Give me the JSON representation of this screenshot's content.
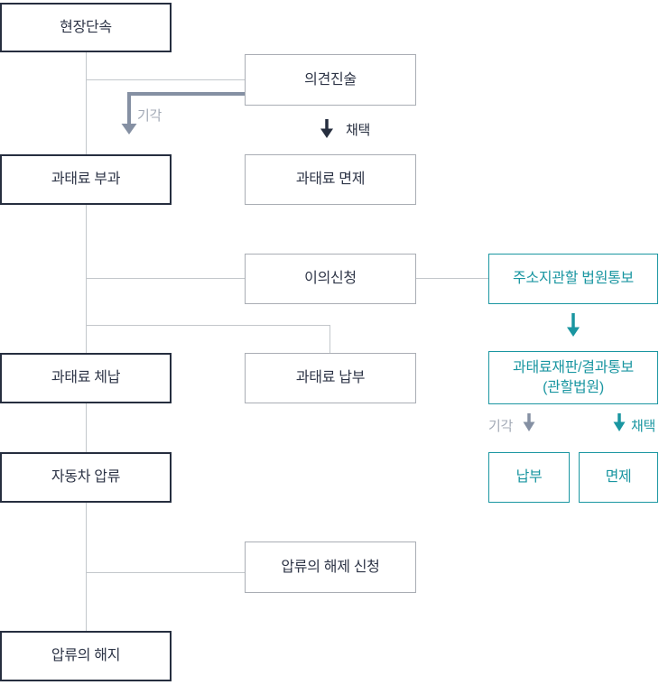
{
  "nodes": {
    "field_crackdown": {
      "label": "현장단속",
      "style": "dark"
    },
    "opinion_statement": {
      "label": "의견진술",
      "style": "gray"
    },
    "fine_imposition": {
      "label": "과태료 부과",
      "style": "dark"
    },
    "fine_exemption": {
      "label": "과태료 면제",
      "style": "gray"
    },
    "objection": {
      "label": "이의신청",
      "style": "gray"
    },
    "court_notification": {
      "label": "주소지관할 법원통보",
      "style": "teal"
    },
    "fine_delinquency": {
      "label": "과태료 체납",
      "style": "dark"
    },
    "fine_payment": {
      "label": "과태료 납부",
      "style": "gray"
    },
    "fine_trial": {
      "label": "과태료재판/결과통보",
      "sub_label": "(관할법원)",
      "style": "teal"
    },
    "vehicle_seizure": {
      "label": "자동차 압류",
      "style": "dark"
    },
    "court_payment": {
      "label": "납부",
      "style": "teal"
    },
    "court_exemption": {
      "label": "면제",
      "style": "teal"
    },
    "seizure_release_request": {
      "label": "압류의 해제 신청",
      "style": "gray"
    },
    "seizure_termination": {
      "label": "압류의 해지",
      "style": "dark"
    }
  },
  "labels": {
    "rejected_top": "기각",
    "adopted_top": "채택",
    "rejected_court": "기각",
    "adopted_court": "채택"
  },
  "colors": {
    "dark_navy": "#262e3f",
    "teal": "#1a96a1",
    "gray_box_border": "#a9adb4",
    "connector_line": "#c3c7cb",
    "arrow_gray": "#8590a3",
    "label_gray": "#a3aab6"
  }
}
